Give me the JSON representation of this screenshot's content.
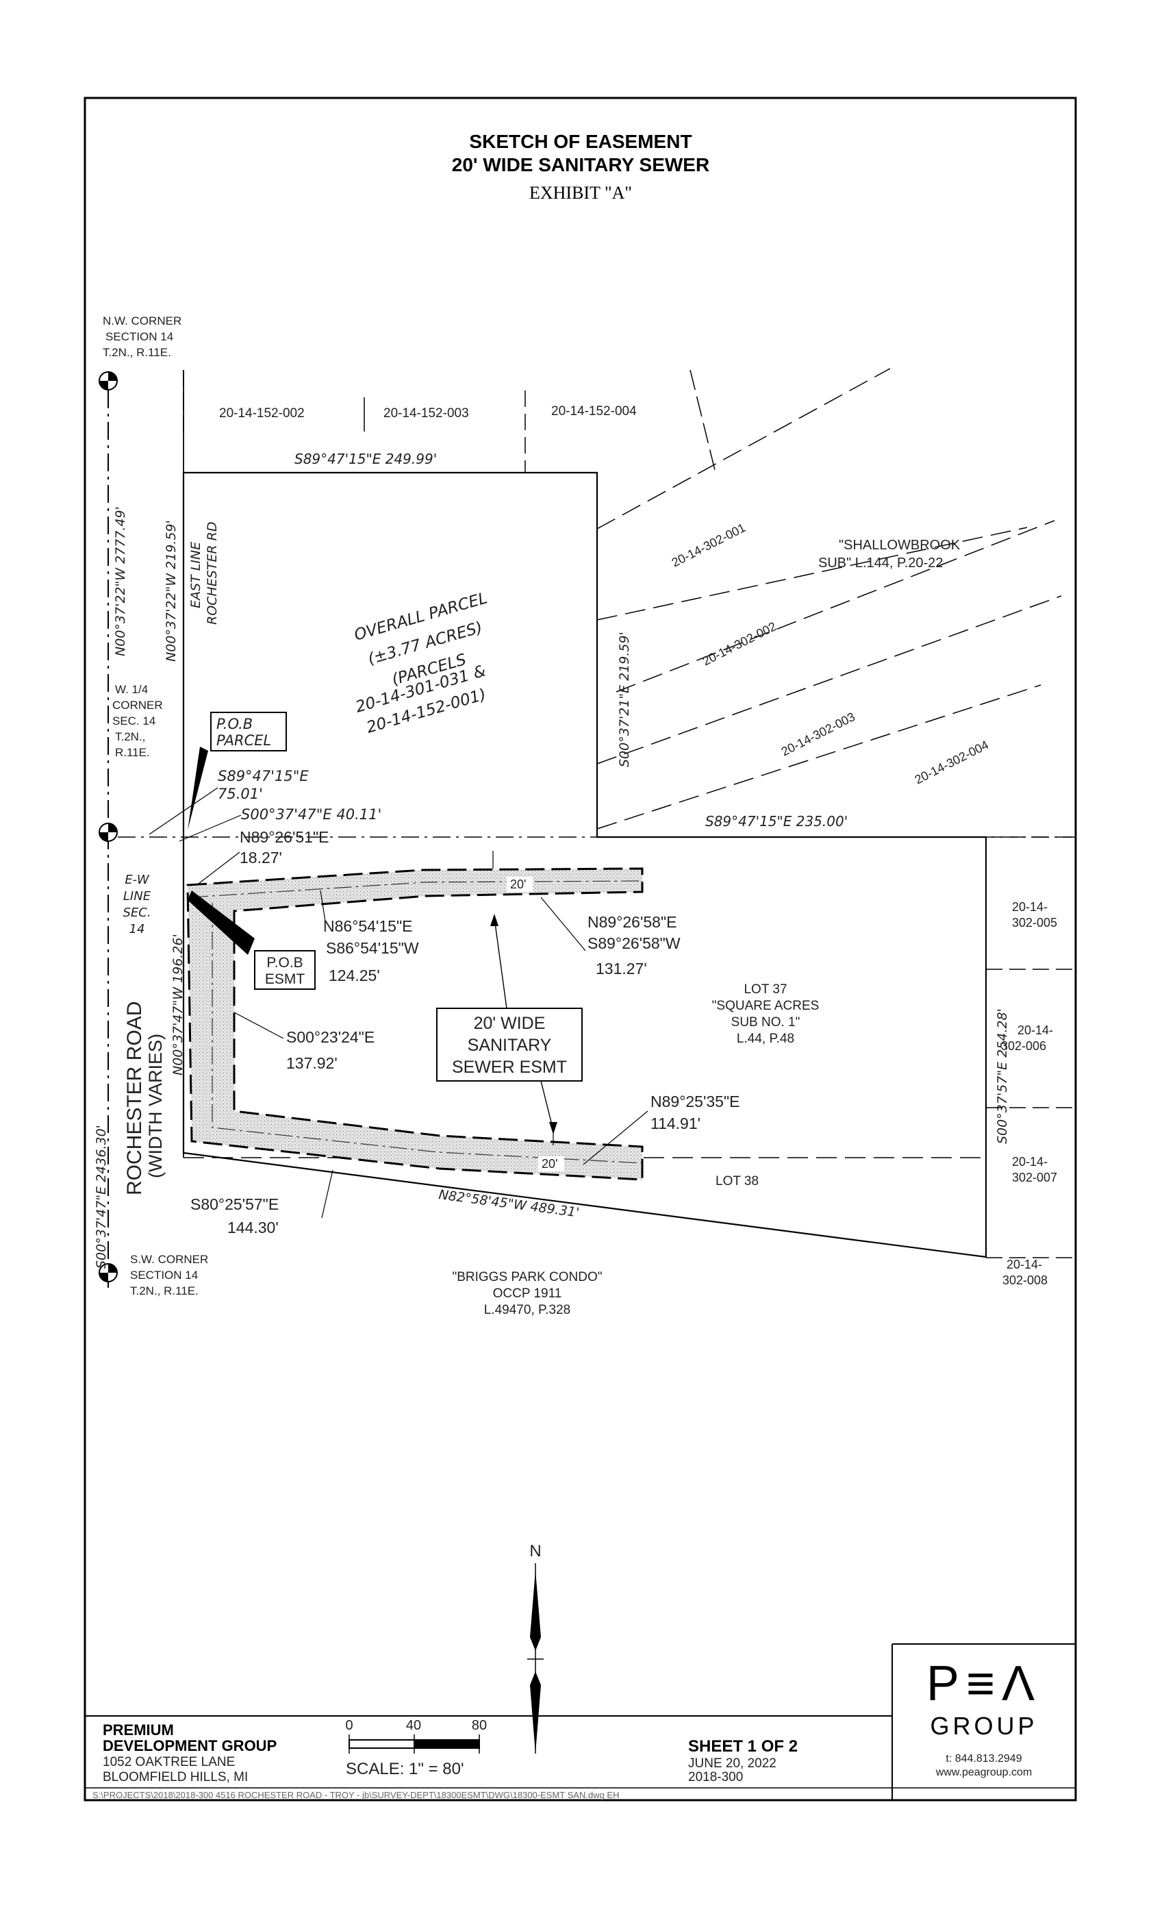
{
  "title": {
    "line1": "SKETCH OF EASEMENT",
    "line2": "20' WIDE SANITARY SEWER",
    "exhibit": "EXHIBIT \"A\""
  },
  "corners": {
    "nw": [
      "N.W. CORNER",
      "SECTION 14",
      "T.2N., R.11E."
    ],
    "w14": [
      "W. 1/4",
      "CORNER",
      "SEC. 14",
      "T.2N.,",
      "R.11E."
    ],
    "sw": [
      "S.W. CORNER",
      "SECTION 14",
      "T.2N., R.11E."
    ]
  },
  "parcels_top": [
    "20-14-152-002",
    "20-14-152-003",
    "20-14-152-004"
  ],
  "parcels_diag": [
    "20-14-302-001",
    "20-14-302-002",
    "20-14-302-003",
    "20-14-302-004"
  ],
  "parcels_right": [
    [
      "20-14-",
      "302-005"
    ],
    [
      "20-14-",
      "302-006"
    ],
    [
      "20-14-",
      "302-007"
    ],
    [
      "20-14-",
      "302-008"
    ]
  ],
  "subdivisions": {
    "shallowbrook": [
      "\"SHALLOWBROOK",
      "SUB\" L.144, P.20-22"
    ],
    "lot37": [
      "LOT 37",
      "\"SQUARE ACRES",
      "SUB NO. 1\"",
      "L.44, P.48"
    ],
    "lot38": "LOT 38",
    "briggs": [
      "\"BRIGGS PARK CONDO\"",
      "OCCP 1911",
      "L.49470, P.328"
    ]
  },
  "overall_parcel": [
    "OVERALL PARCEL",
    "(±3.77 ACRES)",
    "(PARCELS",
    "20-14-301-031 &",
    "20-14-152-001)"
  ],
  "road": {
    "name": "ROCHESTER ROAD",
    "width": "(WIDTH VARIES)",
    "east_line": [
      "EAST LINE",
      "ROCHESTER RD"
    ],
    "ew_line": [
      "E-W",
      "LINE",
      "SEC.",
      "14"
    ]
  },
  "bearings": {
    "section_line_top": "N00°37'22\"W  2777.49'",
    "section_line_bottom": "S00°37'47\"E  2436.30'",
    "west_top": "N00°37'22\"W  219.59'",
    "west_bottom": "N00°37'47\"W  196.26'",
    "north": "S89°47'15\"E  249.99'",
    "east_upper": "S00°37'21\"E  219.59'",
    "middle": "S89°47'15\"E  235.00'",
    "east_lower": "S00°37'57\"E  254.28'",
    "south": "N82°58'45\"W  489.31'",
    "tie_a": [
      "S89°47'15\"E",
      "75.01'"
    ],
    "tie_b": "S00°37'47\"E  40.11'",
    "esmt_top_west": [
      "N89°26'51\"E",
      "18.27'"
    ],
    "esmt_seg2": [
      "N86°54'15\"E",
      "S86°54'15\"W",
      "124.25'"
    ],
    "esmt_seg3": [
      "N89°26'58\"E",
      "S89°26'58\"W",
      "131.27'"
    ],
    "esmt_west": [
      "S00°23'24\"E",
      "137.92'"
    ],
    "esmt_east_bottom": [
      "N89°25'35\"E",
      "114.91'"
    ],
    "esmt_south": [
      "S80°25'57\"E",
      "144.30'"
    ]
  },
  "pob_parcel": [
    "P.O.B",
    "PARCEL"
  ],
  "pob_esmt": [
    "P.O.B",
    "ESMT"
  ],
  "esmt_label": [
    "20' WIDE",
    "SANITARY",
    "SEWER ESMT"
  ],
  "width_tag": "20'",
  "north_arrow": "N",
  "scale": {
    "ticks": [
      "0",
      "40",
      "80"
    ],
    "text": "SCALE: 1\" = 80'"
  },
  "client": [
    "PREMIUM",
    "DEVELOPMENT GROUP",
    "1052 OAKTREE LANE",
    "BLOOMFIELD HILLS, MI"
  ],
  "sheet": {
    "label": "SHEET 1 OF 2",
    "date": "JUNE 20, 2022",
    "job": "2018-300"
  },
  "firm": {
    "logo": "P≡Λ",
    "name": "GROUP",
    "phone": "t: 844.813.2949",
    "web": "www.peagroup.com"
  },
  "file_path": "S:\\PROJECTS\\2018\\2018-300 4516 ROCHESTER ROAD - TROY - jb\\SURVEY-DEPT\\18300ESMT\\DWG\\18300-ESMT SAN.dwg  EH"
}
